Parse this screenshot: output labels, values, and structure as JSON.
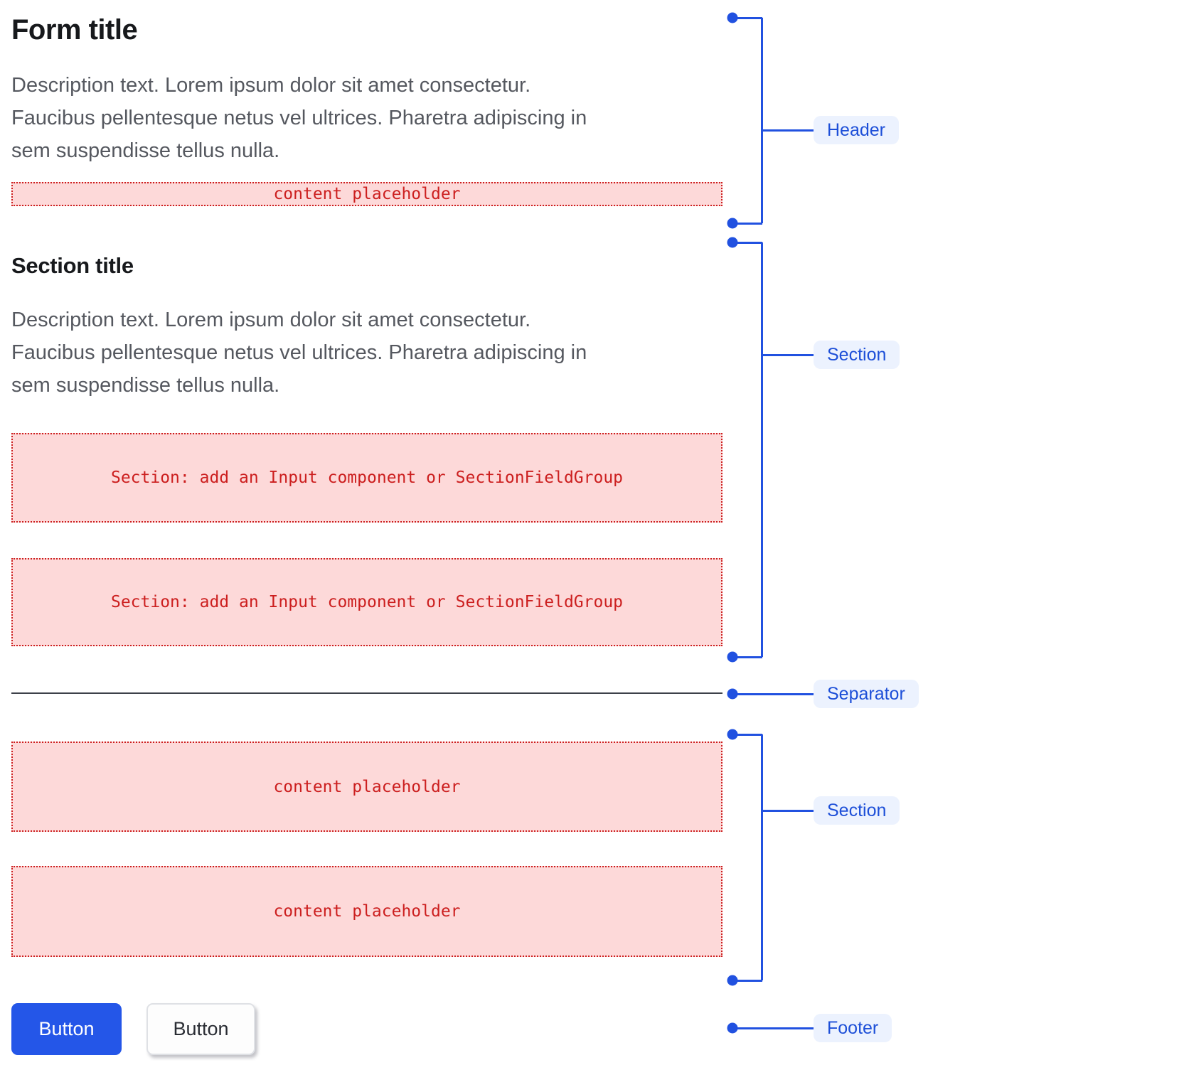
{
  "form": {
    "title": "Form title",
    "description_lines": [
      "Description text. Lorem ipsum dolor sit amet consectetur.",
      "Faucibus pellentesque netus vel ultrices. Pharetra adipiscing in",
      "sem suspendisse tellus nulla."
    ],
    "header_content_placeholder": "content placeholder",
    "section": {
      "title": "Section title",
      "description_lines": [
        "Description text. Lorem ipsum dolor sit amet consectetur.",
        "Faucibus pellentesque netus vel ultrices. Pharetra adipiscing in",
        "sem suspendisse tellus nulla."
      ],
      "placeholder_1": "Section: add an Input component or SectionFieldGroup",
      "placeholder_2": "Section: add an Input component or SectionFieldGroup"
    },
    "section_2": {
      "placeholder_1": "content placeholder",
      "placeholder_2": "content placeholder"
    },
    "footer": {
      "primary_button_label": "Button",
      "secondary_button_label": "Button"
    }
  },
  "annotations": {
    "header": "Header",
    "section": "Section",
    "separator": "Separator",
    "section_2": "Section",
    "footer": "Footer"
  },
  "colors": {
    "annotation_blue": "#2151e0",
    "annotation_pill_bg": "#ecf2fe",
    "annotation_pill_text": "#1d4fd8",
    "placeholder_red": "#cc1f1f",
    "placeholder_pink_bg": "#fdd9d9",
    "primary_button_blue": "#2456e8",
    "title_color": "#17191c",
    "description_color": "#55585f",
    "separator_color": "#3d4149"
  }
}
